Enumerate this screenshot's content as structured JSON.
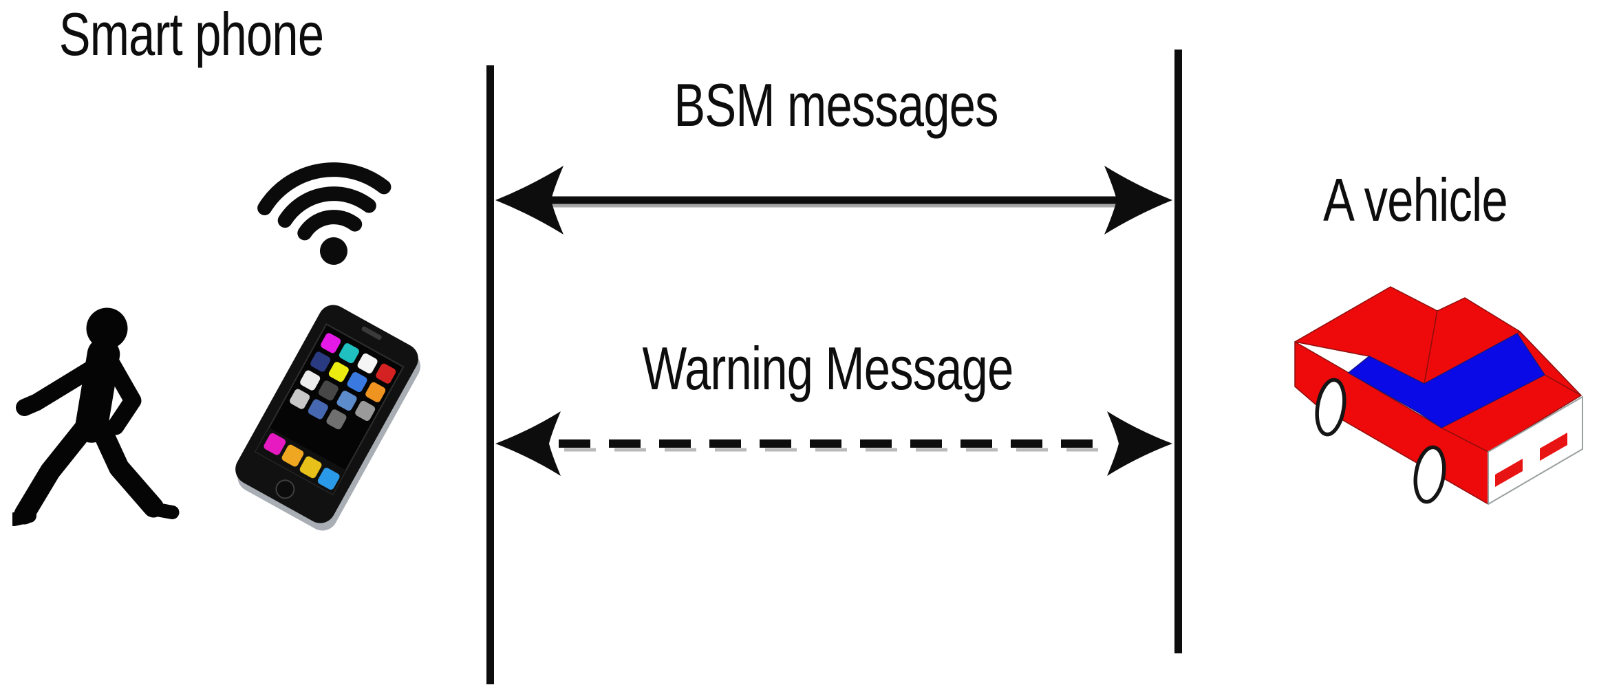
{
  "figure": {
    "left_entity": {
      "label": "Smart phone",
      "icons": [
        "wifi-icon",
        "pedestrian-icon",
        "smartphone-icon"
      ]
    },
    "right_entity": {
      "label": "A vehicle",
      "icons": [
        "car-icon"
      ]
    },
    "lifelines": {
      "count": 2,
      "color": "#0d0d0d"
    },
    "messages": [
      {
        "label": "BSM messages",
        "line_style": "solid",
        "direction": "bidirectional"
      },
      {
        "label": "Warning Message",
        "line_style": "dashed",
        "direction": "bidirectional"
      }
    ],
    "colors": {
      "ink": "#0d0d0d",
      "arrow_shadow": "#a6a6a6",
      "car_body_red": "#ee0a0a",
      "car_window_blue": "#0a0ae6",
      "car_rear_white": "#ffffff",
      "taillight_red": "#e81414",
      "wheel_white": "#ffffff",
      "phone_body": "#111111",
      "phone_edge": "#a9aeb4"
    }
  }
}
